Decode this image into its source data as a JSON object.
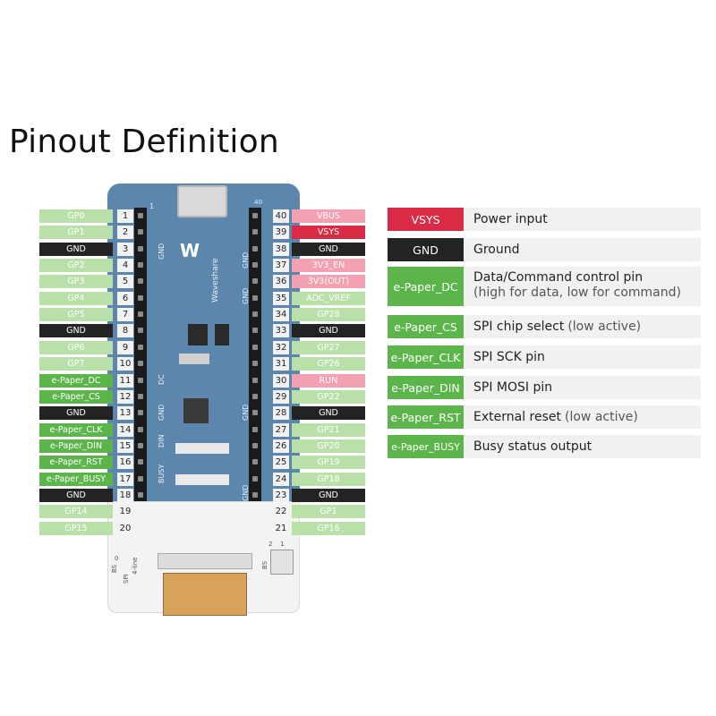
{
  "title": "Pinout Definition",
  "colors": {
    "light_green": "#b9e0a8",
    "light_green_text": "#ffffff",
    "dark_green": "#5cb54a",
    "black": "#232323",
    "red": "#d92b45",
    "pink": "#f2a0b2",
    "board_blue": "#5d86ad"
  },
  "left_pins": [
    {
      "num": "1",
      "label": "GP0",
      "style": "light"
    },
    {
      "num": "2",
      "label": "GP1",
      "style": "light"
    },
    {
      "num": "3",
      "label": "GND",
      "style": "black"
    },
    {
      "num": "4",
      "label": "GP2",
      "style": "light"
    },
    {
      "num": "5",
      "label": "GP3",
      "style": "light"
    },
    {
      "num": "6",
      "label": "GP4",
      "style": "light"
    },
    {
      "num": "7",
      "label": "GP5",
      "style": "light"
    },
    {
      "num": "8",
      "label": "GND",
      "style": "black"
    },
    {
      "num": "9",
      "label": "GP6",
      "style": "light"
    },
    {
      "num": "10",
      "label": "GP7",
      "style": "light"
    },
    {
      "num": "11",
      "label": "e-Paper_DC",
      "style": "green"
    },
    {
      "num": "12",
      "label": "e-Paper_CS",
      "style": "green"
    },
    {
      "num": "13",
      "label": "GND",
      "style": "black"
    },
    {
      "num": "14",
      "label": "e-Paper_CLK",
      "style": "green"
    },
    {
      "num": "15",
      "label": "e-Paper_DIN",
      "style": "green"
    },
    {
      "num": "16",
      "label": "e-Paper_RST",
      "style": "green"
    },
    {
      "num": "17",
      "label": "e-Paper_BUSY",
      "style": "green"
    },
    {
      "num": "18",
      "label": "GND",
      "style": "black"
    },
    {
      "num": "19",
      "label": "GP14",
      "style": "light"
    },
    {
      "num": "20",
      "label": "GP15",
      "style": "light"
    }
  ],
  "right_pins": [
    {
      "num": "40",
      "label": "VBUS",
      "style": "pink"
    },
    {
      "num": "39",
      "label": "VSYS",
      "style": "red"
    },
    {
      "num": "38",
      "label": "GND",
      "style": "black"
    },
    {
      "num": "37",
      "label": "3V3_EN",
      "style": "pink"
    },
    {
      "num": "36",
      "label": "3V3(OUT)",
      "style": "pink"
    },
    {
      "num": "35",
      "label": "ADC_VREF",
      "style": "light"
    },
    {
      "num": "34",
      "label": "GP28",
      "style": "light"
    },
    {
      "num": "33",
      "label": "GND",
      "style": "black"
    },
    {
      "num": "32",
      "label": "GP27",
      "style": "light"
    },
    {
      "num": "31",
      "label": "GP26",
      "style": "light"
    },
    {
      "num": "30",
      "label": "RUN",
      "style": "pink"
    },
    {
      "num": "29",
      "label": "GP22",
      "style": "light"
    },
    {
      "num": "28",
      "label": "GND",
      "style": "black"
    },
    {
      "num": "27",
      "label": "GP21",
      "style": "light"
    },
    {
      "num": "26",
      "label": "GP20",
      "style": "light"
    },
    {
      "num": "25",
      "label": "GP19",
      "style": "light"
    },
    {
      "num": "24",
      "label": "GP18",
      "style": "light"
    },
    {
      "num": "23",
      "label": "GND",
      "style": "black"
    },
    {
      "num": "22",
      "label": "GP1",
      "style": "light"
    },
    {
      "num": "21",
      "label": "GP16",
      "style": "light"
    }
  ],
  "board_silk": {
    "brand": "Waveshare",
    "top_left": "1",
    "top_right": "40",
    "bottom_left": "20",
    "bottom_right": "21",
    "labels": [
      "GND",
      "DC",
      "GND",
      "DIN",
      "BUSY",
      "GND",
      "GND",
      "GND",
      "GND"
    ],
    "switch_left_a": "BS",
    "switch_left_b": "SPI",
    "switch_left_c": "4-line",
    "switch_left_d": "0",
    "switch_right_a": "BS",
    "switch_right_b": "2",
    "switch_right_c": "1"
  },
  "table": [
    {
      "tag": "VSYS",
      "style": "red",
      "desc": "Power input",
      "note": ""
    },
    {
      "tag": "GND",
      "style": "black",
      "desc": "Ground",
      "note": ""
    },
    {
      "tag": "e-Paper_DC",
      "style": "green",
      "desc": "Data/Command control pin",
      "note": "(high for data, low for command)"
    },
    {
      "tag": "e-Paper_CS",
      "style": "green",
      "desc": "SPI chip select",
      "note": "(low active)"
    },
    {
      "tag": "e-Paper_CLK",
      "style": "green",
      "desc": "SPI  SCK pin",
      "note": ""
    },
    {
      "tag": "e-Paper_DIN",
      "style": "green",
      "desc": "SPI MOSI pin",
      "note": ""
    },
    {
      "tag": "e-Paper_RST",
      "style": "green",
      "desc": "External reset",
      "note": "(low active)"
    },
    {
      "tag": "e-Paper_BUSY",
      "style": "green",
      "desc": "Busy status output",
      "note": ""
    }
  ]
}
